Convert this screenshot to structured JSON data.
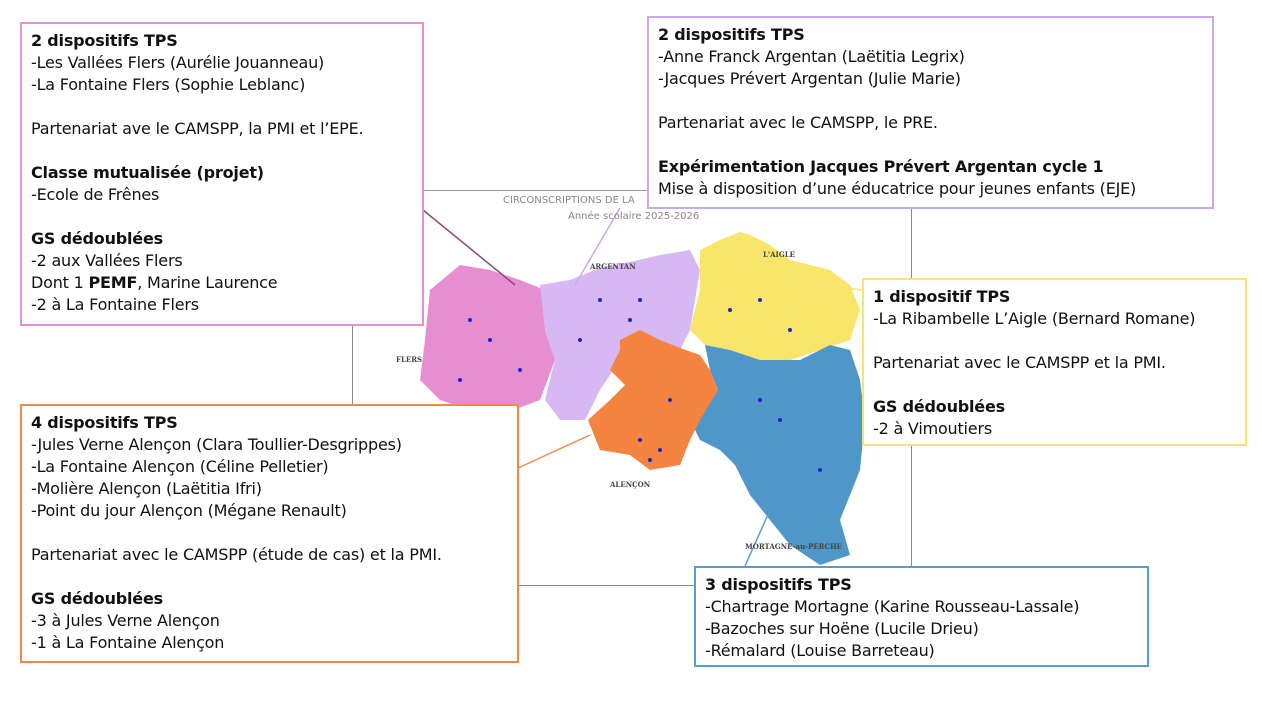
{
  "map": {
    "title": "CIRCONSCRIPTIONS DE LA",
    "subtitle": "Année scolaire 2025-2026",
    "labels": {
      "argentan": "ARGENTAN",
      "laigle": "L'AIGLE",
      "flers": "FLERS",
      "alencon": "ALENÇON",
      "mortagne": "MORTAGNE-au-PERCHE"
    },
    "colors": {
      "flers": "#e58fd1",
      "argentan": "#d7b8f2",
      "laigle": "#f8e56a",
      "alencon": "#f4843f",
      "mortagne": "#4f97c8"
    }
  },
  "flers": {
    "title": "2 dispositifs TPS",
    "lines": [
      "-Les Vallées Flers (Aurélie Jouanneau)",
      "-La Fontaine Flers (Sophie Leblanc)"
    ],
    "partnership": "Partenariat ave le CAMSPP, la PMI et l’EPE.",
    "class_title": "Classe mutualisée (projet)",
    "class_line": "-Ecole de Frênes",
    "gs_title": "GS dédoublées",
    "gs_line1": "-2 aux Vallées Flers",
    "gs_dont": "Dont 1 ",
    "gs_pemf": "PEMF",
    "gs_name": ", Marine Laurence",
    "gs_line3": "-2 à La Fontaine Flers"
  },
  "argentan": {
    "title": "2 dispositifs TPS",
    "lines": [
      "-Anne Franck Argentan (Laëtitia Legrix)",
      "-Jacques Prévert Argentan (Julie Marie)"
    ],
    "partnership": "Partenariat avec le CAMSPP, le PRE.",
    "exp_title": "Expérimentation Jacques Prévert Argentan cycle 1",
    "exp_line": "Mise à disposition d’une éducatrice pour jeunes enfants (EJE)"
  },
  "laigle": {
    "title": "1 dispositif TPS",
    "lines": [
      "-La Ribambelle L’Aigle (Bernard Romane)"
    ],
    "partnership": "Partenariat avec le CAMSPP et la PMI.",
    "gs_title": "GS dédoublées",
    "gs_line": "-2 à Vimoutiers"
  },
  "alencon": {
    "title": "4 dispositifs TPS",
    "lines": [
      "-Jules Verne Alençon (Clara Toullier-Desgrippes)",
      "-La Fontaine Alençon (Céline Pelletier)",
      "-Molière Alençon (Laëtitia Ifri)",
      "-Point du jour Alençon (Mégane Renault)"
    ],
    "partnership": "Partenariat avec le CAMSPP (étude de cas) et la PMI.",
    "gs_title": "GS dédoublées",
    "gs_lines": [
      "-3 à Jules Verne Alençon",
      "-1 à La Fontaine Alençon"
    ]
  },
  "mortagne": {
    "title": "3 dispositifs TPS",
    "lines": [
      "-Chartrage Mortagne (Karine Rousseau-Lassale)",
      "-Bazoches sur Hoëne (Lucile Drieu)",
      "-Rémalard (Louise Barreteau)"
    ]
  }
}
